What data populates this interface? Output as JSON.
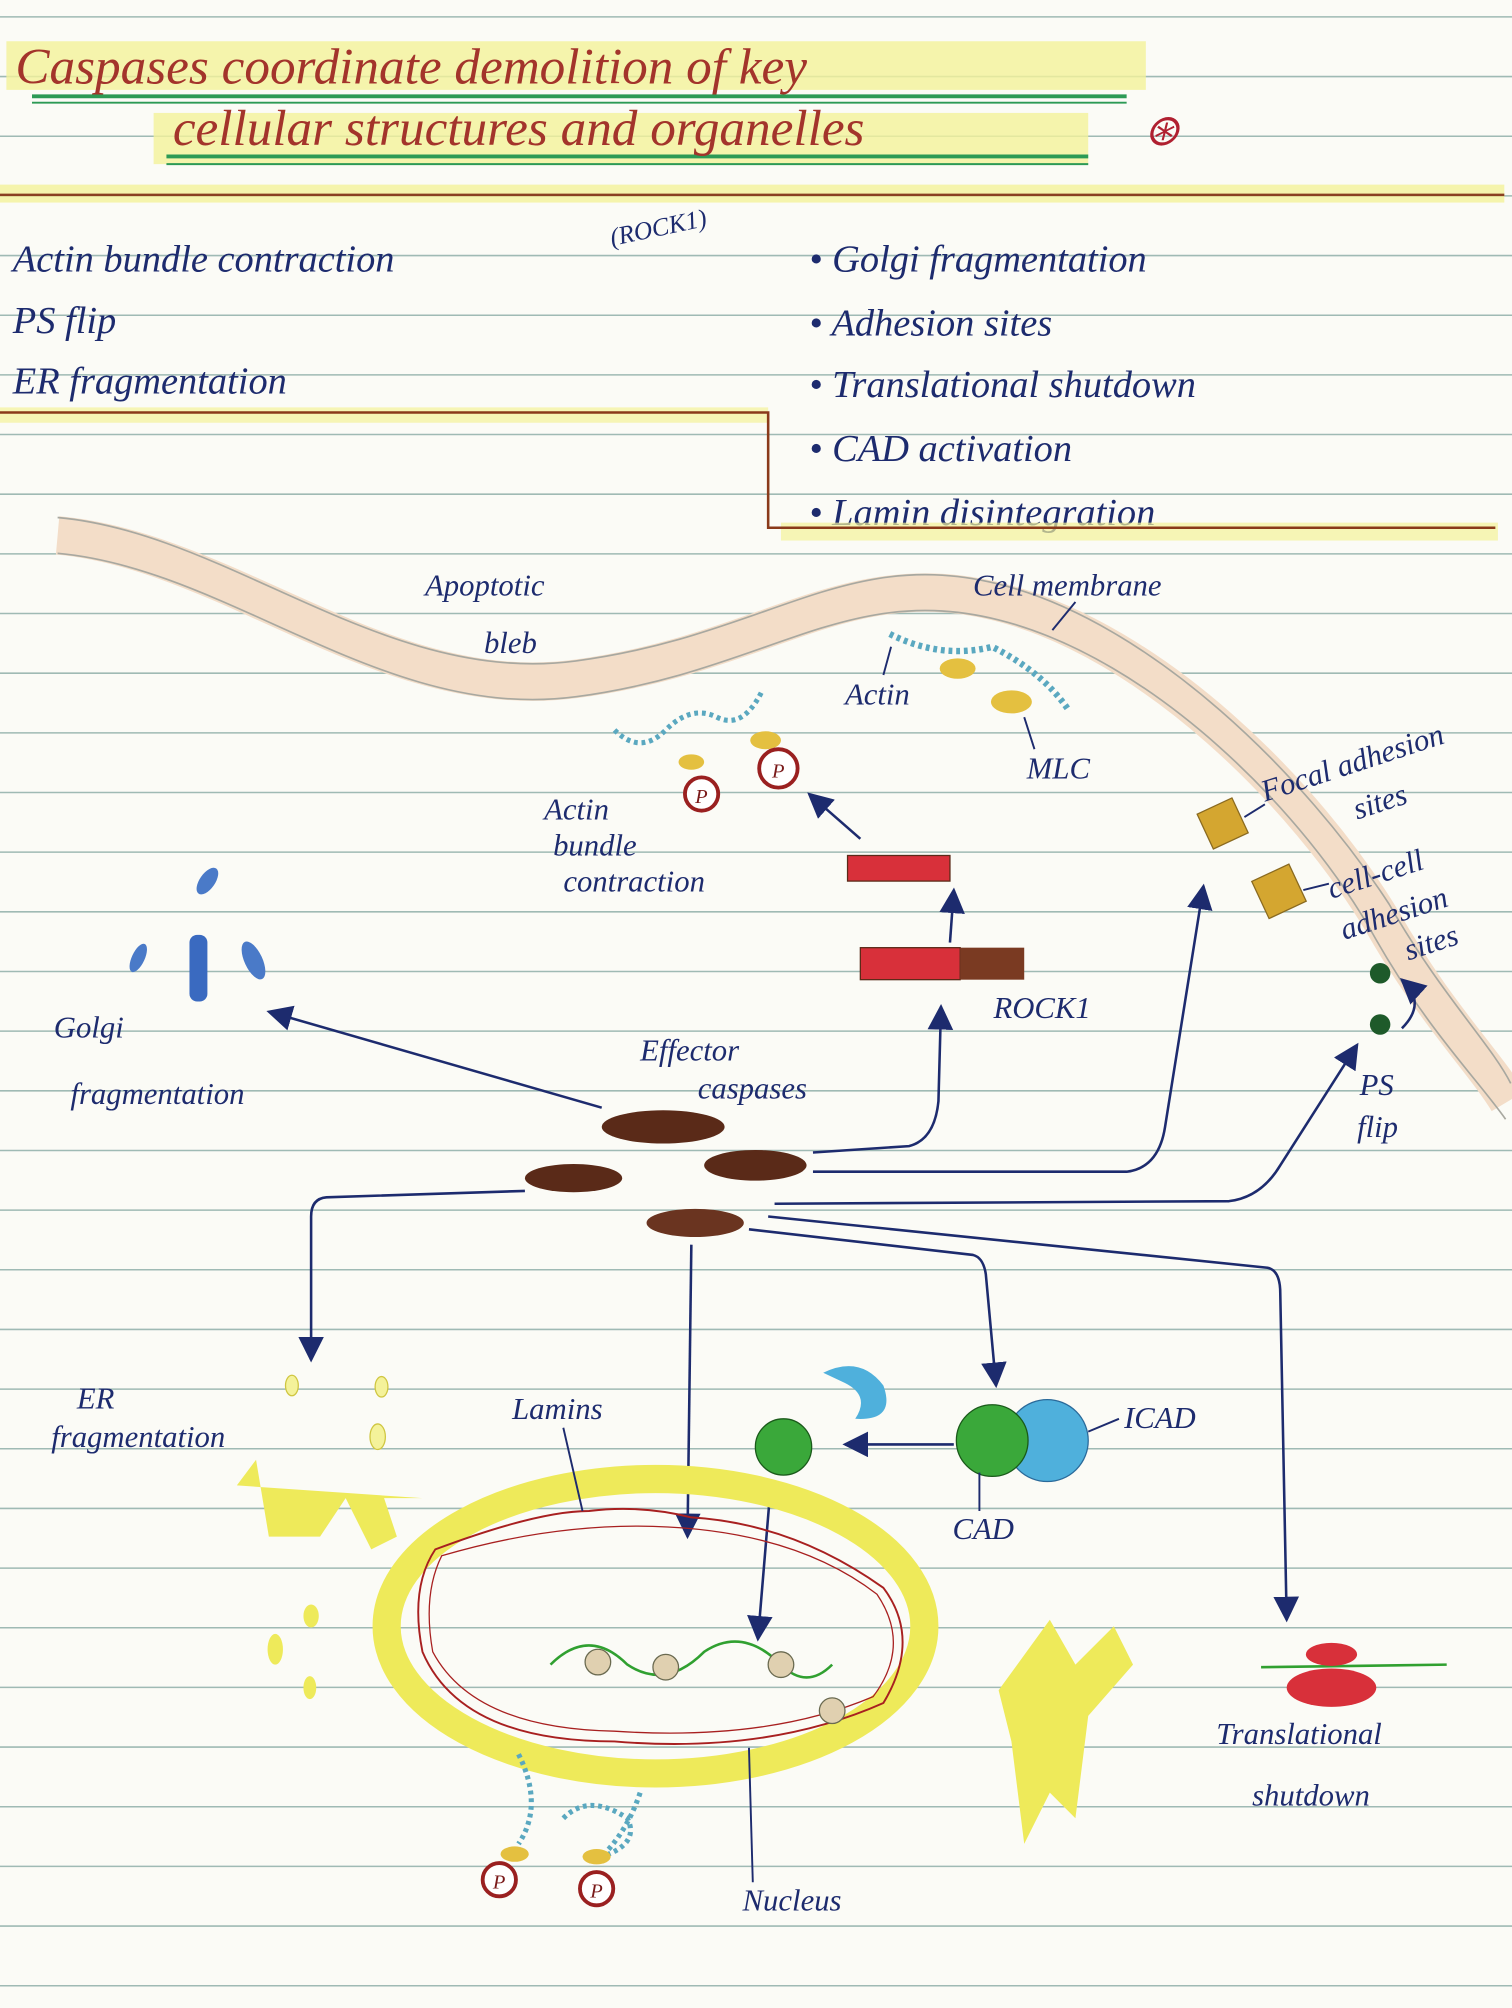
{
  "title": {
    "line1": "Caspases coordinate demolition of key",
    "line2": "cellular structures and organelles",
    "star_mark": "⊛"
  },
  "summary_left": [
    {
      "text": "Actin bundle contraction",
      "note": "(ROCK1)"
    },
    {
      "text": "PS flip"
    },
    {
      "text": "ER fragmentation"
    }
  ],
  "summary_right": [
    "• Golgi fragmentation",
    "• Adhesion sites",
    "• Translational shutdown",
    "• CAD activation",
    "• Lamin disintegration"
  ],
  "labels": {
    "apoptotic_bleb_1": "Apoptotic",
    "apoptotic_bleb_2": "bleb",
    "cell_membrane": "Cell membrane",
    "actin": "Actin",
    "mlc": "MLC",
    "focal_adhesion_1": "Focal adhesion",
    "focal_adhesion_2": "sites",
    "cell_cell_1": "cell-cell",
    "cell_cell_2": "adhesion",
    "cell_cell_3": "sites",
    "actin_bundle_1": "Actin",
    "actin_bundle_2": "bundle",
    "actin_bundle_3": "contraction",
    "rock1": "ROCK1",
    "golgi_1": "Golgi",
    "golgi_2": "fragmentation",
    "effector_1": "Effector",
    "effector_2": "caspases",
    "ps_1": "PS",
    "ps_2": "flip",
    "er_1": "ER",
    "er_2": "fragmentation",
    "lamins": "Lamins",
    "icad": "ICAD",
    "cad": "CAD",
    "translational_1": "Translational",
    "translational_2": "shutdown",
    "nucleus": "Nucleus",
    "phospho": "P"
  },
  "colors": {
    "ink": "#1d2b6e",
    "title_ink": "#a3342b",
    "highlight": "#f4f29a",
    "caspase": "#5a2a18",
    "rock_red": "#d8303a",
    "er_yellow": "#eeea5a",
    "cad_green": "#3aa83a",
    "icad_blue": "#4fb0dc"
  }
}
